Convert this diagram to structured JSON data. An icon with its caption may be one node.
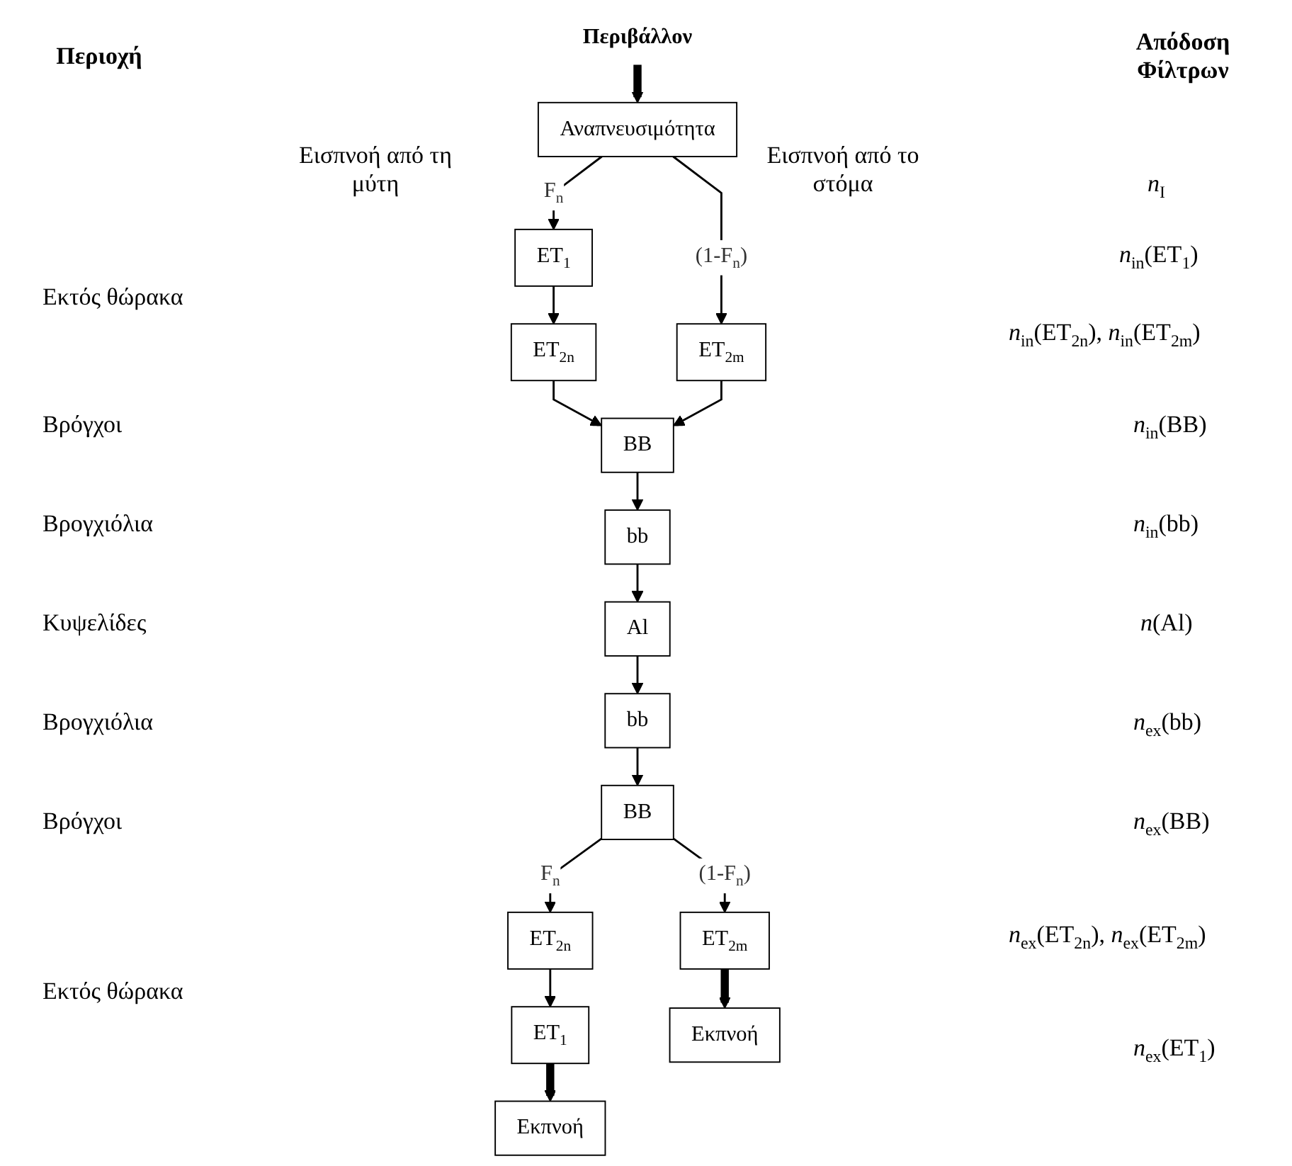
{
  "diagram": {
    "nodes": [
      {
        "text": [
          "Περιβάλλον"
        ]
      },
      {
        "text": [
          "Αναπνευσιμότητα"
        ]
      },
      {
        "text": [
          "ET$_{1}$"
        ]
      },
      {
        "text": [
          "ET$_{2n}$"
        ]
      },
      {
        "text": [
          "ET$_{2m}$"
        ]
      },
      {
        "text": [
          "BB"
        ]
      },
      {
        "text": [
          "bb"
        ]
      },
      {
        "text": [
          "Al"
        ]
      },
      {
        "text": [
          "bb"
        ]
      },
      {
        "text": [
          "BB"
        ]
      },
      {
        "text": [
          "ET$_{2n}$"
        ]
      },
      {
        "text": [
          "ET$_{2m}$"
        ]
      },
      {
        "text": [
          "ET$_{1}$"
        ]
      },
      {
        "text": [
          "Εκπνοή"
        ]
      },
      {
        "text": [
          "Εκπνοή"
        ]
      }
    ],
    "edges": [
      {
        "from": 0,
        "to": 1,
        "arrow": "to",
        "style": "thick"
      },
      {
        "from": 1,
        "to": 2,
        "arrow": "to",
        "label": "F$_{n}$"
      },
      {
        "from": 1,
        "to": 4,
        "arrow": "to",
        "label": "(1-F$_{n}$)"
      },
      {
        "from": 2,
        "to": 3,
        "arrow": "to"
      },
      {
        "from": 3,
        "to": 5,
        "arrow": "to"
      },
      {
        "from": 4,
        "to": 5,
        "arrow": "to"
      },
      {
        "from": 5,
        "to": 6,
        "arrow": "to"
      },
      {
        "from": 6,
        "to": 7,
        "arrow": "to"
      },
      {
        "from": 7,
        "to": 8,
        "arrow": "to"
      },
      {
        "from": 8,
        "to": 9,
        "arrow": "to"
      },
      {
        "from": 9,
        "to": 10,
        "arrow": "to",
        "label": "F$_{n}$"
      },
      {
        "from": 9,
        "to": 11,
        "arrow": "to",
        "label": "(1-F$_{n}$)"
      },
      {
        "from": 10,
        "to": 12,
        "arrow": "to"
      },
      {
        "from": 12,
        "to": 13,
        "arrow": "to",
        "style": "thick"
      },
      {
        "from": 11,
        "to": 14,
        "arrow": "to",
        "style": "thick"
      }
    ],
    "labels": [
      "Περιοχή",
      "Απόδοση Φίλτρων",
      "Εισπνοή από τη μύτη",
      "Εισπνοή από το στόμα",
      "*n*$_{I}$",
      "Εκτός θώρακα",
      "*n*$_{in}$(ET$_{1}$)",
      "*n*$_{in}$(ET$_{2n}$), *n*$_{in}$(ET$_{2m}$)",
      "Βρόγχοι",
      "*n*$_{in}$(BB)",
      "Βρογχιόλια",
      "*n*$_{in}$(bb)",
      "Κυψελίδες",
      "*n*(Al)",
      "Βρογχιόλια",
      "*n*$_{ex}$(bb)",
      "Βρόγχοι",
      "*n*$_{ex}$(BB)",
      "Εκτός θώρακα",
      "*n*$_{ex}$(ET$_{2n}$), *n*$_{ex}$(ET$_{2m}$)",
      "*n*$_{ex}$(ET$_{1}$)"
    ]
  }
}
